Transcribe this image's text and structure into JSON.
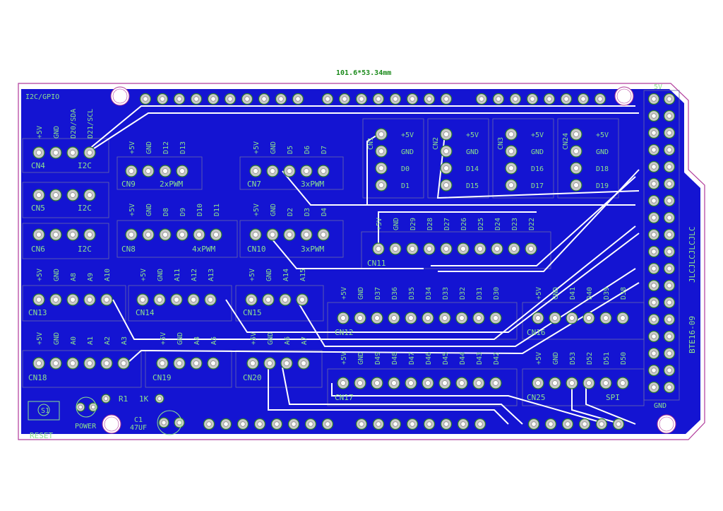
{
  "board": {
    "dimension_label": "101.6*53.34mm",
    "board_code": "BTE16-09",
    "fab_label": "JLCJLCJLCJLC",
    "background_color": "#ffffff",
    "copper_color": "#1414d2",
    "silk_color": "#8de28d",
    "outline_color": "#b03a9a"
  },
  "connectors": [
    {
      "id": "CN4",
      "type": "I2C",
      "pins": [
        "+5V",
        "GND",
        "D20/SDA",
        "D21/SCL"
      ],
      "header": "I2C/GPIO"
    },
    {
      "id": "CN5",
      "type": "I2C",
      "pins": []
    },
    {
      "id": "CN6",
      "type": "I2C",
      "pins": []
    },
    {
      "id": "CN9",
      "type": "2xPWM",
      "pins": [
        "+5V",
        "GND",
        "D12",
        "D13"
      ]
    },
    {
      "id": "CN7",
      "type": "3xPWM",
      "pins": [
        "+5V",
        "GND",
        "D5",
        "D6",
        "D7"
      ]
    },
    {
      "id": "CN8",
      "type": "4xPWM",
      "pins": [
        "+5V",
        "GND",
        "D8",
        "D9",
        "D10",
        "D11"
      ]
    },
    {
      "id": "CN10",
      "type": "3xPWM",
      "pins": [
        "+5V",
        "GND",
        "D2",
        "D3",
        "D4"
      ]
    },
    {
      "id": "CN11",
      "type": "",
      "pins": [
        "+5V",
        "GND",
        "D29",
        "D28",
        "D27",
        "D26",
        "D25",
        "D24",
        "D23",
        "D22"
      ]
    },
    {
      "id": "CN13",
      "type": "",
      "pins": [
        "+5V",
        "GND",
        "A8",
        "A9",
        "A10"
      ]
    },
    {
      "id": "CN14",
      "type": "",
      "pins": [
        "+5V",
        "GND",
        "A11",
        "A12",
        "A13"
      ]
    },
    {
      "id": "CN15",
      "type": "",
      "pins": [
        "+5V",
        "GND",
        "A14",
        "A15"
      ]
    },
    {
      "id": "CN12",
      "type": "",
      "pins": [
        "+5V",
        "GND",
        "D37",
        "D36",
        "D35",
        "D34",
        "D33",
        "D32",
        "D31",
        "D30"
      ]
    },
    {
      "id": "CN16",
      "type": "",
      "pins": [
        "+5V",
        "GND",
        "D41",
        "D40",
        "D39",
        "D38"
      ]
    },
    {
      "id": "CN18",
      "type": "",
      "pins": [
        "+5V",
        "GND",
        "A0",
        "A1",
        "A2",
        "A3"
      ]
    },
    {
      "id": "CN19",
      "type": "",
      "pins": [
        "+5V",
        "GND",
        "A4",
        "A5"
      ]
    },
    {
      "id": "CN20",
      "type": "",
      "pins": [
        "+5V",
        "GND",
        "A6",
        "A7"
      ]
    },
    {
      "id": "CN17",
      "type": "",
      "pins": [
        "+5V",
        "GND",
        "D49",
        "D48",
        "D47",
        "D46",
        "D45",
        "D44",
        "D43",
        "D42"
      ]
    },
    {
      "id": "CN25",
      "type": "SPI",
      "pins": [
        "+5V",
        "GND",
        "D53",
        "D52",
        "D51",
        "D50"
      ]
    }
  ],
  "serial_blocks": [
    {
      "id": "CN1",
      "pins": [
        "+5V",
        "GND",
        "D0",
        "D1"
      ]
    },
    {
      "id": "CN2",
      "pins": [
        "+5V",
        "GND",
        "D14",
        "D15"
      ]
    },
    {
      "id": "CN3",
      "pins": [
        "+5V",
        "GND",
        "D16",
        "D17"
      ]
    },
    {
      "id": "CN24",
      "pins": [
        "+5V",
        "GND",
        "D18",
        "D19"
      ]
    }
  ],
  "components": {
    "r1": {
      "ref": "R1",
      "value": "1K"
    },
    "c1": {
      "ref": "C1",
      "value": "47UF"
    },
    "s1": {
      "ref": "S1",
      "label": "RESET"
    },
    "led": {
      "label": "POWER"
    },
    "spi_label": "SPI",
    "pin_5v": "5V",
    "pin_gnd": "GND"
  }
}
